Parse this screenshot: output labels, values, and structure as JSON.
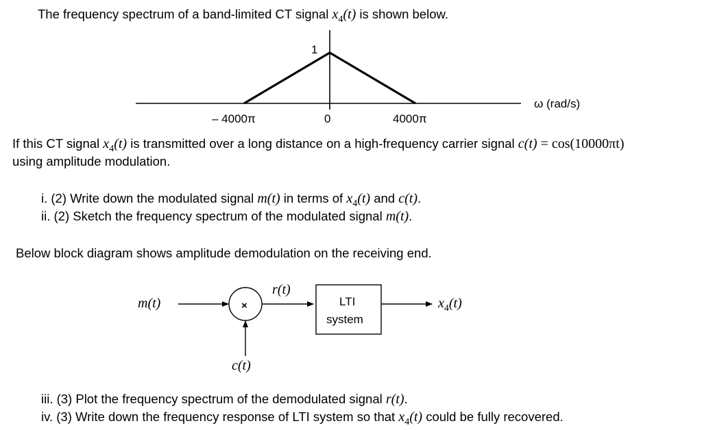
{
  "intro": {
    "text_before": "The frequency spectrum of a band-limited CT signal ",
    "sym_x": "x",
    "sym_sub": "4",
    "sym_arg": "(t)",
    "text_after": " is shown below."
  },
  "spectrum": {
    "peak_label": "1",
    "tick_left": "– 4000π",
    "tick_zero": "0",
    "tick_right": "4000π",
    "axis_label": "ω (rad/s)",
    "points": [
      {
        "omega": -4000,
        "value": 0
      },
      {
        "omega": 0,
        "value": 1
      },
      {
        "omega": 4000,
        "value": 0
      }
    ]
  },
  "para2": {
    "line1_a": "If this CT signal ",
    "line1_b": " is transmitted over a long distance on a high-frequency carrier signal ",
    "carrier": "c(t)",
    "eq": " = cos(10000πt)",
    "line2": "using amplitude modulation."
  },
  "questions": {
    "q1_a": "i. (2) Write down the modulated signal ",
    "q1_m": "m(t)",
    "q1_b": " in terms of ",
    "q1_c": " and ",
    "q1_d": ".",
    "q2_a": "ii. (2) Sketch the frequency spectrum of the modulated signal ",
    "q2_b": ".",
    "q3_a": "iii. (3) Plot the frequency spectrum of the demodulated signal ",
    "q3_r": "r(t)",
    "q3_b": ".",
    "q4_a": "iv. (3) Write down the frequency response of LTI system so that ",
    "q4_b": " could be fully recovered."
  },
  "block": {
    "intro": "Below block diagram shows amplitude demodulation on the receiving end.",
    "input": "m(t)",
    "multiplier": "×",
    "r_label": "r(t)",
    "box_line1": "LTI",
    "box_line2": "system",
    "output_x": "x",
    "output_sub": "4",
    "output_arg": "(t)",
    "carrier": "c(t)"
  }
}
